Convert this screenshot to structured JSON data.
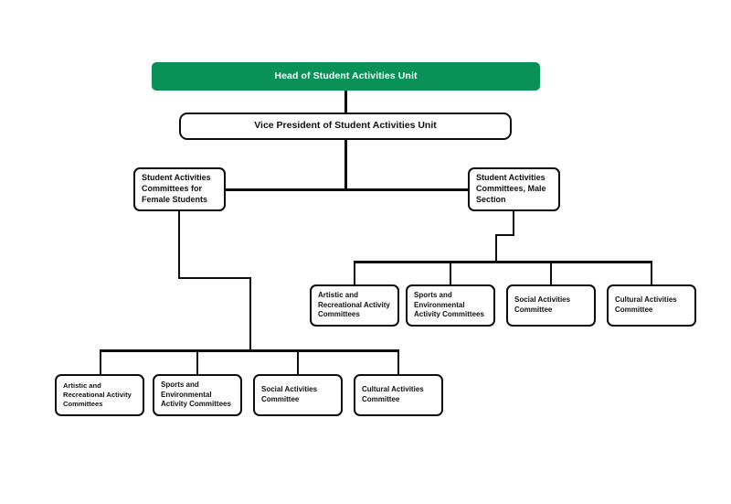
{
  "meta": {
    "diagram_title": "Head of Student Activities Unit organizational chart",
    "accent_color": "#099157",
    "line_color": "#0d0d0d",
    "box_fill": "#ffffff",
    "text_color": "#111111",
    "root_text_color": "#ffffff"
  },
  "nodes": {
    "root": {
      "label": "Head of Student Activities Unit"
    },
    "vice_president": {
      "label": "Vice President of Student Activities Unit"
    },
    "division_female": {
      "label": "Student Activities\nCommittees for\nFemale Students"
    },
    "division_male": {
      "label": "Student Activities\nCommittees, Male\nSection"
    }
  },
  "male_committees": [
    {
      "label": "Artistic and\nRecreational Activity\nCommittees"
    },
    {
      "label": "Sports and\nEnvironmental\nActivity Committees"
    },
    {
      "label": "Social Activities\nCommittee"
    },
    {
      "label": "Cultural Activities\nCommittee"
    }
  ],
  "female_committees": [
    {
      "label": "Artistic and\nRecreational Activity\nCommittees"
    },
    {
      "label": "Sports and\nEnvironmental\nActivity Committees"
    },
    {
      "label": "Social Activities\nCommittee"
    },
    {
      "label": "Cultural Activities\nCommittee"
    }
  ]
}
